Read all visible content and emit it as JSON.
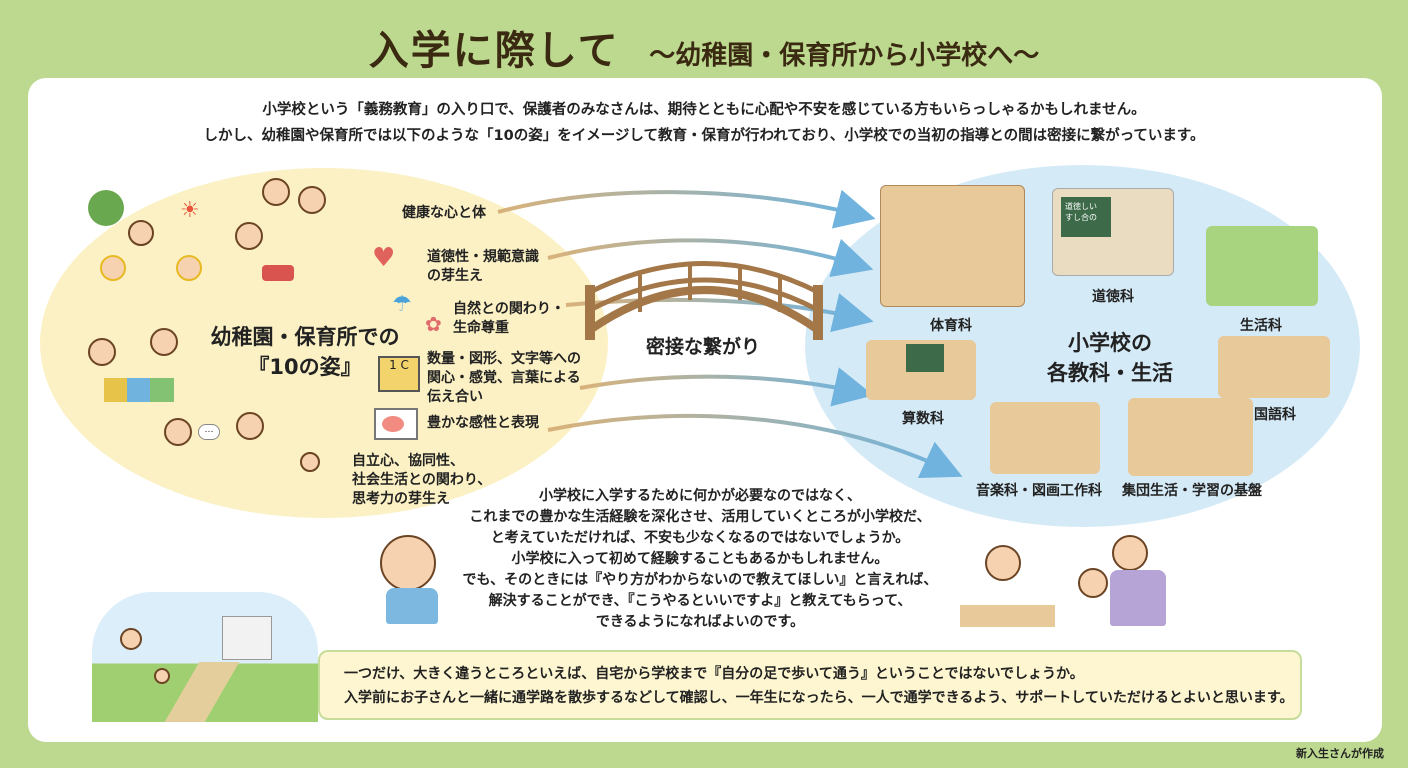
{
  "title": {
    "main": "入学に際して",
    "sub": "〜幼稚園・保育所から小学校へ〜"
  },
  "intro": [
    "小学校という「義務教育」の入り口で、保護者のみなさんは、期待とともに心配や不安を感じている方もいらっしゃるかもしれません。",
    "しかし、幼稚園や保育所では以下のような「10の姿」をイメージして教育・保育が行われており、小学校での当初の指導との間は密接に繋がっています。"
  ],
  "left": {
    "title_line1": "幼稚園・保育所での",
    "title_line2": "『10の姿』",
    "items": [
      "健康な心と体",
      "道徳性・規範意識\nの芽生え",
      "自然との関わり・\n生命尊重",
      "数量・図形、文字等への\n関心・感覚、言葉による\n伝え合い",
      "豊かな感性と表現",
      "自立心、協同性、\n社会生活との関わり、\n思考力の芽生え"
    ]
  },
  "bridge": {
    "label": "密接な繋がり"
  },
  "right": {
    "title_line1": "小学校の",
    "title_line2": "各教科・生活",
    "subjects": {
      "pe": "体育科",
      "moral": "道徳科",
      "life": "生活科",
      "math": "算数科",
      "japanese": "国語科",
      "music_art": "音楽科・図画工作科",
      "group": "集団生活・学習の基盤"
    },
    "blackboard_text": "道徳しい\nすし合の"
  },
  "message": [
    "小学校に入学するために何かが必要なのではなく、",
    "これまでの豊かな生活経験を深化させ、活用していくところが小学校だ、",
    "と考えていただければ、不安も少なくなるのではないでしょうか。",
    "小学校に入って初めて経験することもあるかもしれません。",
    "でも、そのときには『やり方がわからないので教えてほしい』と言えれば、",
    "解決することができ、『こうやるといいですよ』と教えてもらって、",
    "できるようになればよいのです。"
  ],
  "bottom": [
    "一つだけ、大きく違うところといえば、自宅から学校まで『自分の足で歩いて通う』ということではないでしょうか。",
    "入学前にお子さんと一緒に通学路を散歩するなどして確認し、一年生になったら、一人で通学できるよう、サポートしていただけるとよいと思います。"
  ],
  "credit": "新入生さんが作成",
  "colors": {
    "background": "#bcd98f",
    "left_ellipse": "#fbf1c4",
    "right_ellipse": "#d5eaf7",
    "arrow": "#6fb3de",
    "line": "#d9b27a"
  }
}
